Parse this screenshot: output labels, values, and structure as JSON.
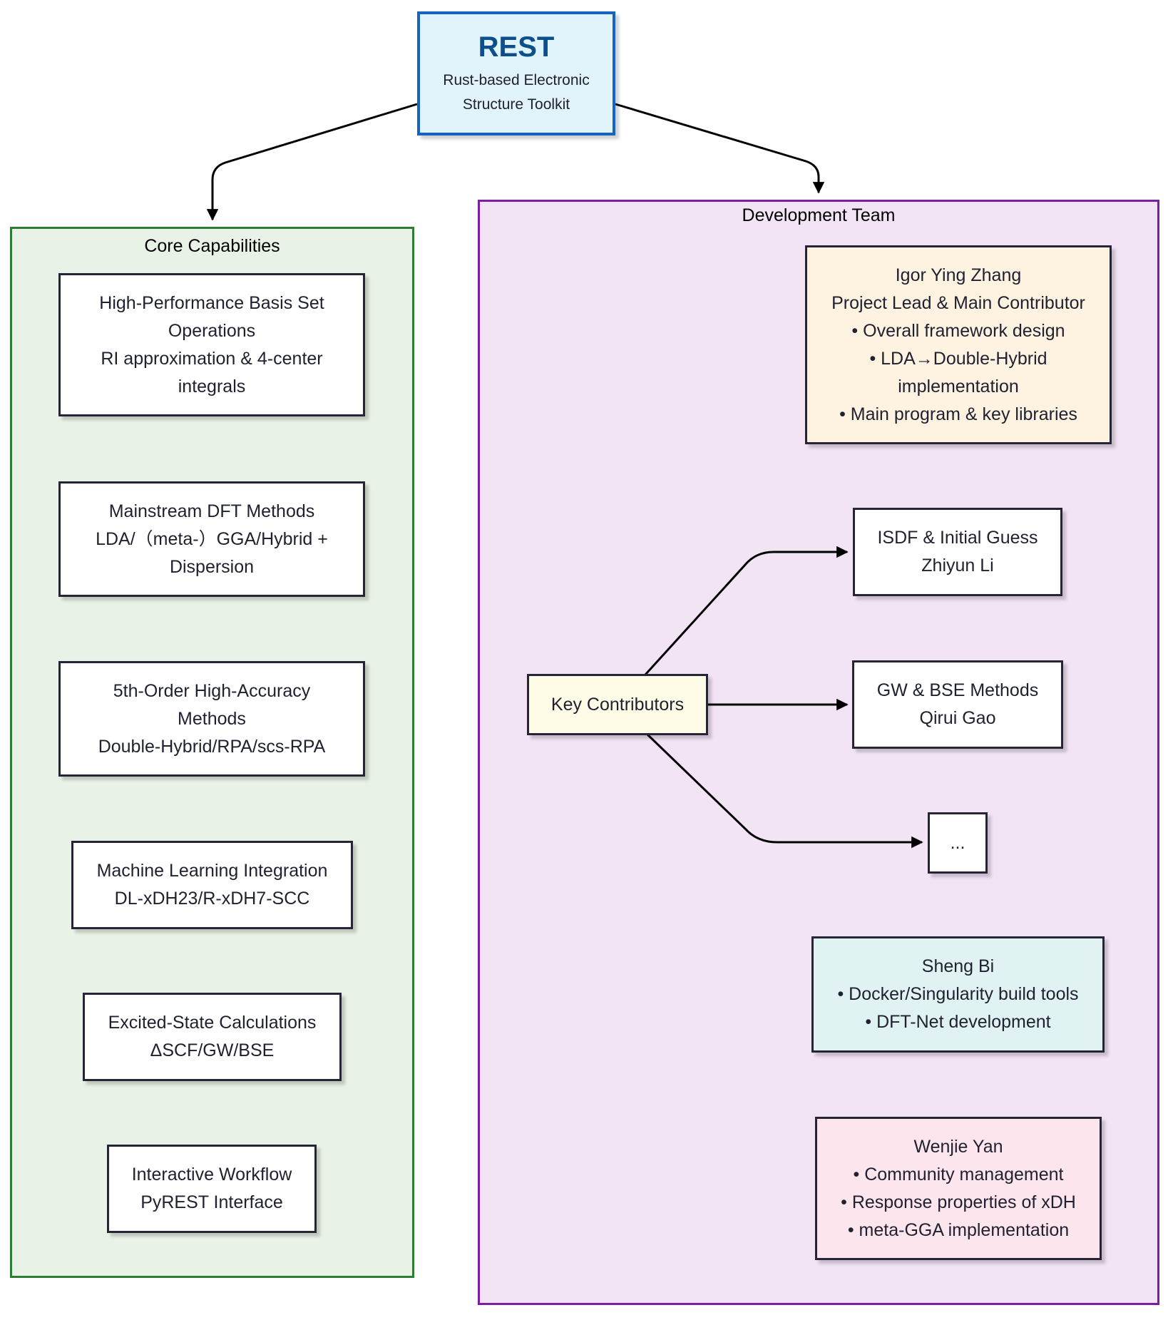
{
  "root": {
    "title": "REST",
    "subtitle_lines": [
      "Rust-based Electronic",
      "Structure Toolkit"
    ]
  },
  "core": {
    "title": "Core Capabilities",
    "items": [
      {
        "lines": [
          "High-Performance Basis Set",
          "Operations",
          "RI approximation & 4-center",
          "integrals"
        ]
      },
      {
        "lines": [
          "Mainstream DFT Methods",
          "LDA/（meta-）GGA/Hybrid +",
          "Dispersion"
        ]
      },
      {
        "lines": [
          "5th-Order High-Accuracy",
          "Methods",
          "Double-Hybrid/RPA/scs-RPA"
        ]
      },
      {
        "lines": [
          "Machine Learning Integration",
          "DL-xDH23/R-xDH7-SCC"
        ]
      },
      {
        "lines": [
          "Excited-State Calculations",
          "ΔSCF/GW/BSE"
        ]
      },
      {
        "lines": [
          "Interactive Workflow",
          "PyREST Interface"
        ]
      }
    ]
  },
  "team": {
    "title": "Development Team",
    "lead": {
      "lines": [
        "Igor Ying Zhang",
        "Project Lead & Main Contributor",
        "• Overall framework design",
        "• LDA→Double-Hybrid",
        "implementation",
        "• Main program & key libraries"
      ]
    },
    "key_contributors": {
      "label": "Key Contributors"
    },
    "contributors": [
      {
        "lines": [
          "ISDF & Initial Guess",
          "Zhiyun Li"
        ]
      },
      {
        "lines": [
          "GW & BSE Methods",
          "Qirui Gao"
        ]
      },
      {
        "lines": [
          "..."
        ]
      }
    ],
    "sheng": {
      "lines": [
        "Sheng Bi",
        "• Docker/Singularity build tools",
        "• DFT-Net development"
      ]
    },
    "wenjie": {
      "lines": [
        "Wenjie Yan",
        "• Community management",
        "• Response properties of xDH",
        "• meta-GGA implementation"
      ]
    }
  },
  "colors": {
    "root_fill": "#e1f3fb",
    "root_border": "#1565c0",
    "root_title": "#0d4f8b",
    "core_fill": "#e9f2e6",
    "core_border": "#2e7d32",
    "team_fill": "#f2e3f5",
    "team_border": "#7b1fa2",
    "lead_fill": "#fef2e1",
    "key_fill": "#fefbe6",
    "sheng_fill": "#e1f2f2",
    "wenjie_fill": "#fce5ec"
  }
}
